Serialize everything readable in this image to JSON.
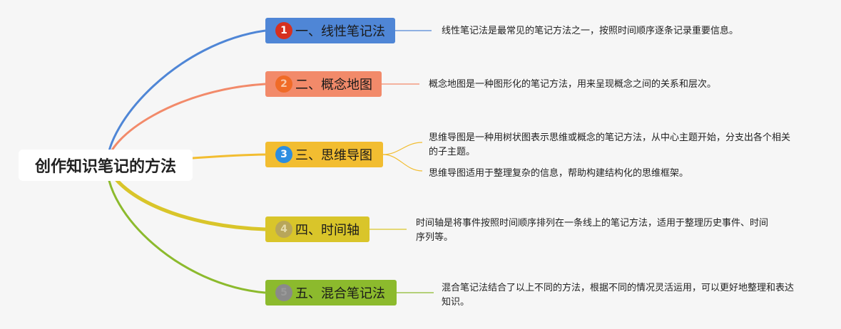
{
  "root": {
    "label": "创作知识笔记的方法"
  },
  "branches": [
    {
      "badge": "1",
      "label": "一、线性笔记法",
      "color": "#4f86d6",
      "badge_bg": "#d6301f",
      "badge_fg": "#ffffff",
      "line": "#4f86d6",
      "notes": [
        "线性笔记法是最常见的笔记方法之一，按照时间顺序逐条记录重要信息。"
      ]
    },
    {
      "badge": "2",
      "label": "二、概念地图",
      "color": "#f28a6a",
      "badge_bg": "#f06b27",
      "badge_fg": "#f8c7a8",
      "line": "#f28a6a",
      "notes": [
        "概念地图是一种图形化的笔记方法，用来呈现概念之间的关系和层次。"
      ]
    },
    {
      "badge": "3",
      "label": "三、思维导图",
      "color": "#f2bd31",
      "badge_bg": "#2d8ee0",
      "badge_fg": "#ffffff",
      "line": "#f2bd31",
      "notes": [
        "思维导图是一种用树状图表示思维或概念的笔记方法，从中心主题开始，分支出各个相关的子主题。",
        "思维导图适用于整理复杂的信息，帮助构建结构化的思维框架。"
      ]
    },
    {
      "badge": "4",
      "label": "四、时间轴",
      "color": "#d9c52a",
      "badge_bg": "#b8a65a",
      "badge_fg": "#e6dcae",
      "line": "#d9c52a",
      "notes": [
        "时间轴是将事件按照时间顺序排列在一条线上的笔记方法，适用于整理历史事件、时间序列等。"
      ]
    },
    {
      "badge": "5",
      "label": "五、混合笔记法",
      "color": "#8cba2d",
      "badge_bg": "#8a8a8a",
      "badge_fg": "#9a9a9a",
      "line": "#8cba2d",
      "notes": [
        "混合笔记法结合了以上不同的方法，根据不同的情况灵活运用，可以更好地整理和表达知识。"
      ]
    }
  ]
}
